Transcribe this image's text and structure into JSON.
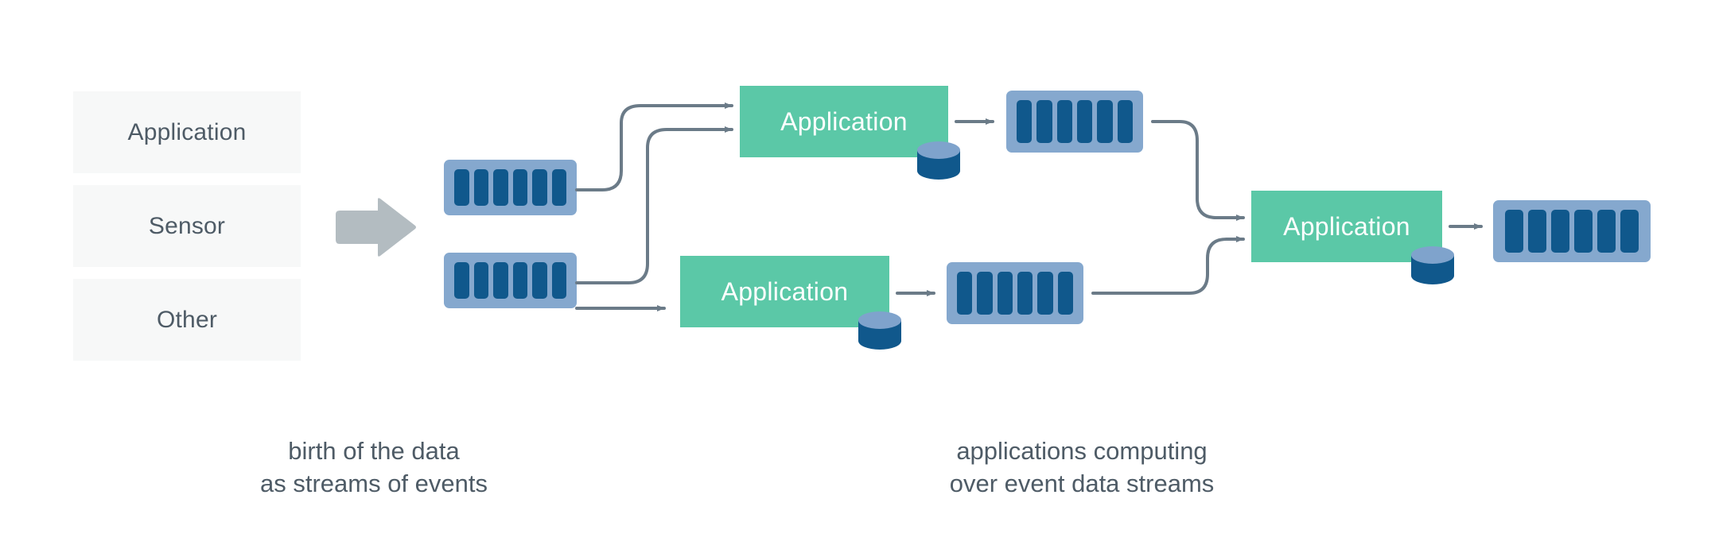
{
  "diagram": {
    "title": "event streaming data flow",
    "colors": {
      "source_box_bg": "#f7f8f8",
      "text_dark": "#4e5b66",
      "application_green": "#5bc8a7",
      "stream_container_blue": "#85a8ce",
      "stream_bar_blue": "#10588c",
      "arrow_gray": "#b3bcc1",
      "connector_gray": "#6b7b88",
      "cylinder_top": "#7fa3cc",
      "cylinder_body": "#10588c",
      "app_label_white": "#ffffff",
      "background": "#ffffff"
    },
    "sources": [
      {
        "label": "Application",
        "icon": "source-box-icon"
      },
      {
        "label": "Sensor",
        "icon": "source-box-icon"
      },
      {
        "label": "Other",
        "icon": "source-box-icon"
      }
    ],
    "ingest_arrow": {
      "icon": "right-arrow-icon"
    },
    "streams": [
      {
        "id": "stream-1",
        "icon": "event-stream-icon",
        "bars": 6
      },
      {
        "id": "stream-2",
        "icon": "event-stream-icon",
        "bars": 6
      },
      {
        "id": "stream-3",
        "icon": "event-stream-icon",
        "bars": 6
      },
      {
        "id": "stream-4",
        "icon": "event-stream-icon",
        "bars": 6
      },
      {
        "id": "stream-5",
        "icon": "event-stream-icon",
        "bars": 6
      }
    ],
    "applications": [
      {
        "id": "application-1",
        "label": "Application",
        "has_database": true
      },
      {
        "id": "application-2",
        "label": "Application",
        "has_database": true
      },
      {
        "id": "application-3",
        "label": "Application",
        "has_database": true
      }
    ],
    "databases": [
      {
        "id": "database-1",
        "icon": "database-cylinder-icon"
      },
      {
        "id": "database-2",
        "icon": "database-cylinder-icon"
      },
      {
        "id": "database-3",
        "icon": "database-cylinder-icon"
      }
    ],
    "captions": [
      {
        "id": "caption-left",
        "text": "birth of the data\nas streams of events"
      },
      {
        "id": "caption-right",
        "text": "applications computing\nover event data streams"
      }
    ]
  }
}
